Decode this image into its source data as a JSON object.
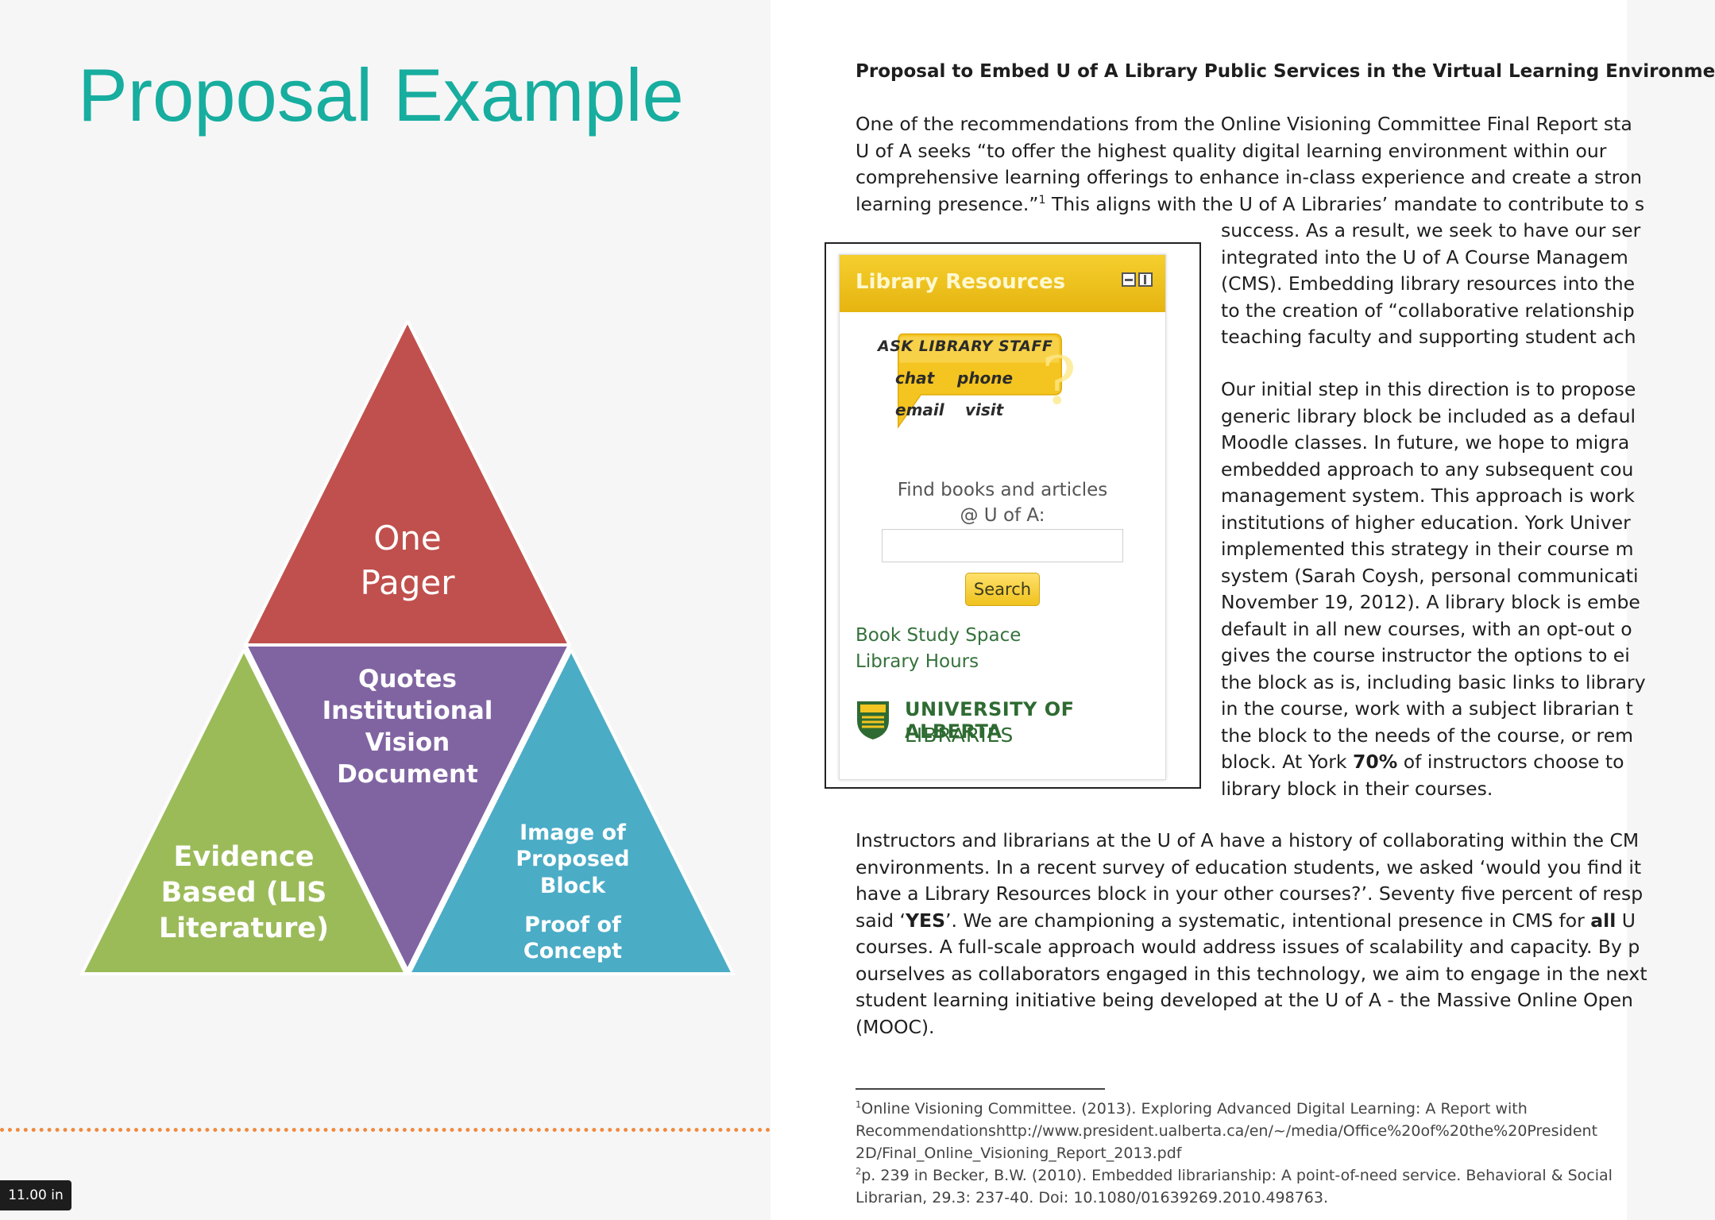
{
  "slide": {
    "title": "Proposal Example",
    "pyramid": {
      "top_line1": "One",
      "top_line2": "Pager",
      "middle": [
        "Quotes",
        "Institutional",
        "Vision",
        "Document"
      ],
      "left": [
        "Evidence",
        "Based (LIS",
        "Literature)"
      ],
      "right_a": [
        "Image of",
        "Proposed",
        "Block"
      ],
      "right_b": [
        "Proof of",
        "Concept"
      ],
      "colors": {
        "top": "#c0504d",
        "middle": "#8064a2",
        "left": "#9bbb59",
        "right": "#4bacc6"
      }
    }
  },
  "document": {
    "title": "Proposal to Embed U of A Library Public Services in the Virtual Learning Environme",
    "para1": [
      "One of the recommendations from the Online Visioning Committee Final Report sta",
      "U of A seeks “to offer the highest quality digital learning environment within our",
      "comprehensive learning offerings to enhance in-class experience and create a stron",
      "learning presence.”",
      " This aligns with the U of A Libraries’ mandate to contribute to s"
    ],
    "para1_wrap": [
      "success. As a result, we seek to have our ser",
      "integrated into the U of A Course Managem",
      "(CMS).  Embedding library resources into the",
      "to the creation of “collaborative relationship",
      "teaching faculty and supporting student ach"
    ],
    "para2": [
      "Our initial step in this direction is to propose",
      "generic library block be included as a defaul",
      "Moodle classes. In future, we hope to migra",
      "embedded approach to any subsequent cou",
      "management system. This approach is work",
      "institutions of higher education. York Univer",
      "implemented this strategy in their course m",
      "system (Sarah Coysh, personal communicati",
      "November 19, 2012). A library block is embe",
      "default in all new courses, with an opt-out o",
      "gives the course instructor the options to ei",
      "the block as is, including basic links to library",
      "in the course, work with a subject librarian t",
      "the block to the needs of the course, or rem",
      "block.  At York ",
      "70%",
      " of instructors choose to",
      "library block in their courses."
    ],
    "para3": [
      "Instructors and librarians at the U of A have a history of collaborating within the CM",
      "environments. In a recent survey of education students, we asked ‘would you find it",
      "have a Library Resources block in your other courses?’.  Seventy five percent of resp",
      "said ‘",
      "YES",
      "’.  We are championing a systematic, intentional presence in CMS for ",
      "all",
      " U",
      "courses.  A full-scale approach would address issues of scalability and capacity.  By p",
      "ourselves as collaborators engaged in this technology, we aim to engage in the next",
      "student learning initiative being developed at the U of A - the Massive Online Open",
      "(MOOC)."
    ],
    "footnotes": [
      "Online Visioning Committee. (2013). Exploring Advanced Digital Learning: A Report with",
      "Recommendationshttp://www.president.ualberta.ca/en/~/media/Office%20of%20the%20President",
      "2D/Final_Online_Visioning_Report_2013.pdf",
      "p. 239 in Becker, B.W. (2010). Embedded librarianship: A point-of-need service. Behavioral & Social",
      "Librarian, 29.3: 237-40. Doi: 10.1080/01639269.2010.498763."
    ],
    "footnote_marks": [
      "1",
      "1",
      "2"
    ]
  },
  "library_block": {
    "header": "Library Resources",
    "ask_title": "ASK LIBRARY STAFF",
    "ask_options": [
      "chat",
      "phone",
      "email",
      "visit"
    ],
    "question_mark": "?",
    "find_label_line1": "Find books and articles",
    "find_label_line2": "@ U of A:",
    "search_value": "",
    "search_button": "Search",
    "links": [
      "Book Study Space",
      "Library Hours"
    ],
    "logo_name": "UNIVERSITY OF ALBERTA",
    "logo_sub": "LIBRARIES",
    "icons": [
      "minimize-icon",
      "dock-icon",
      "question-icon",
      "university-crest-icon"
    ],
    "accent_color": "#f2c522"
  },
  "page_size_badge": "11.00 in"
}
